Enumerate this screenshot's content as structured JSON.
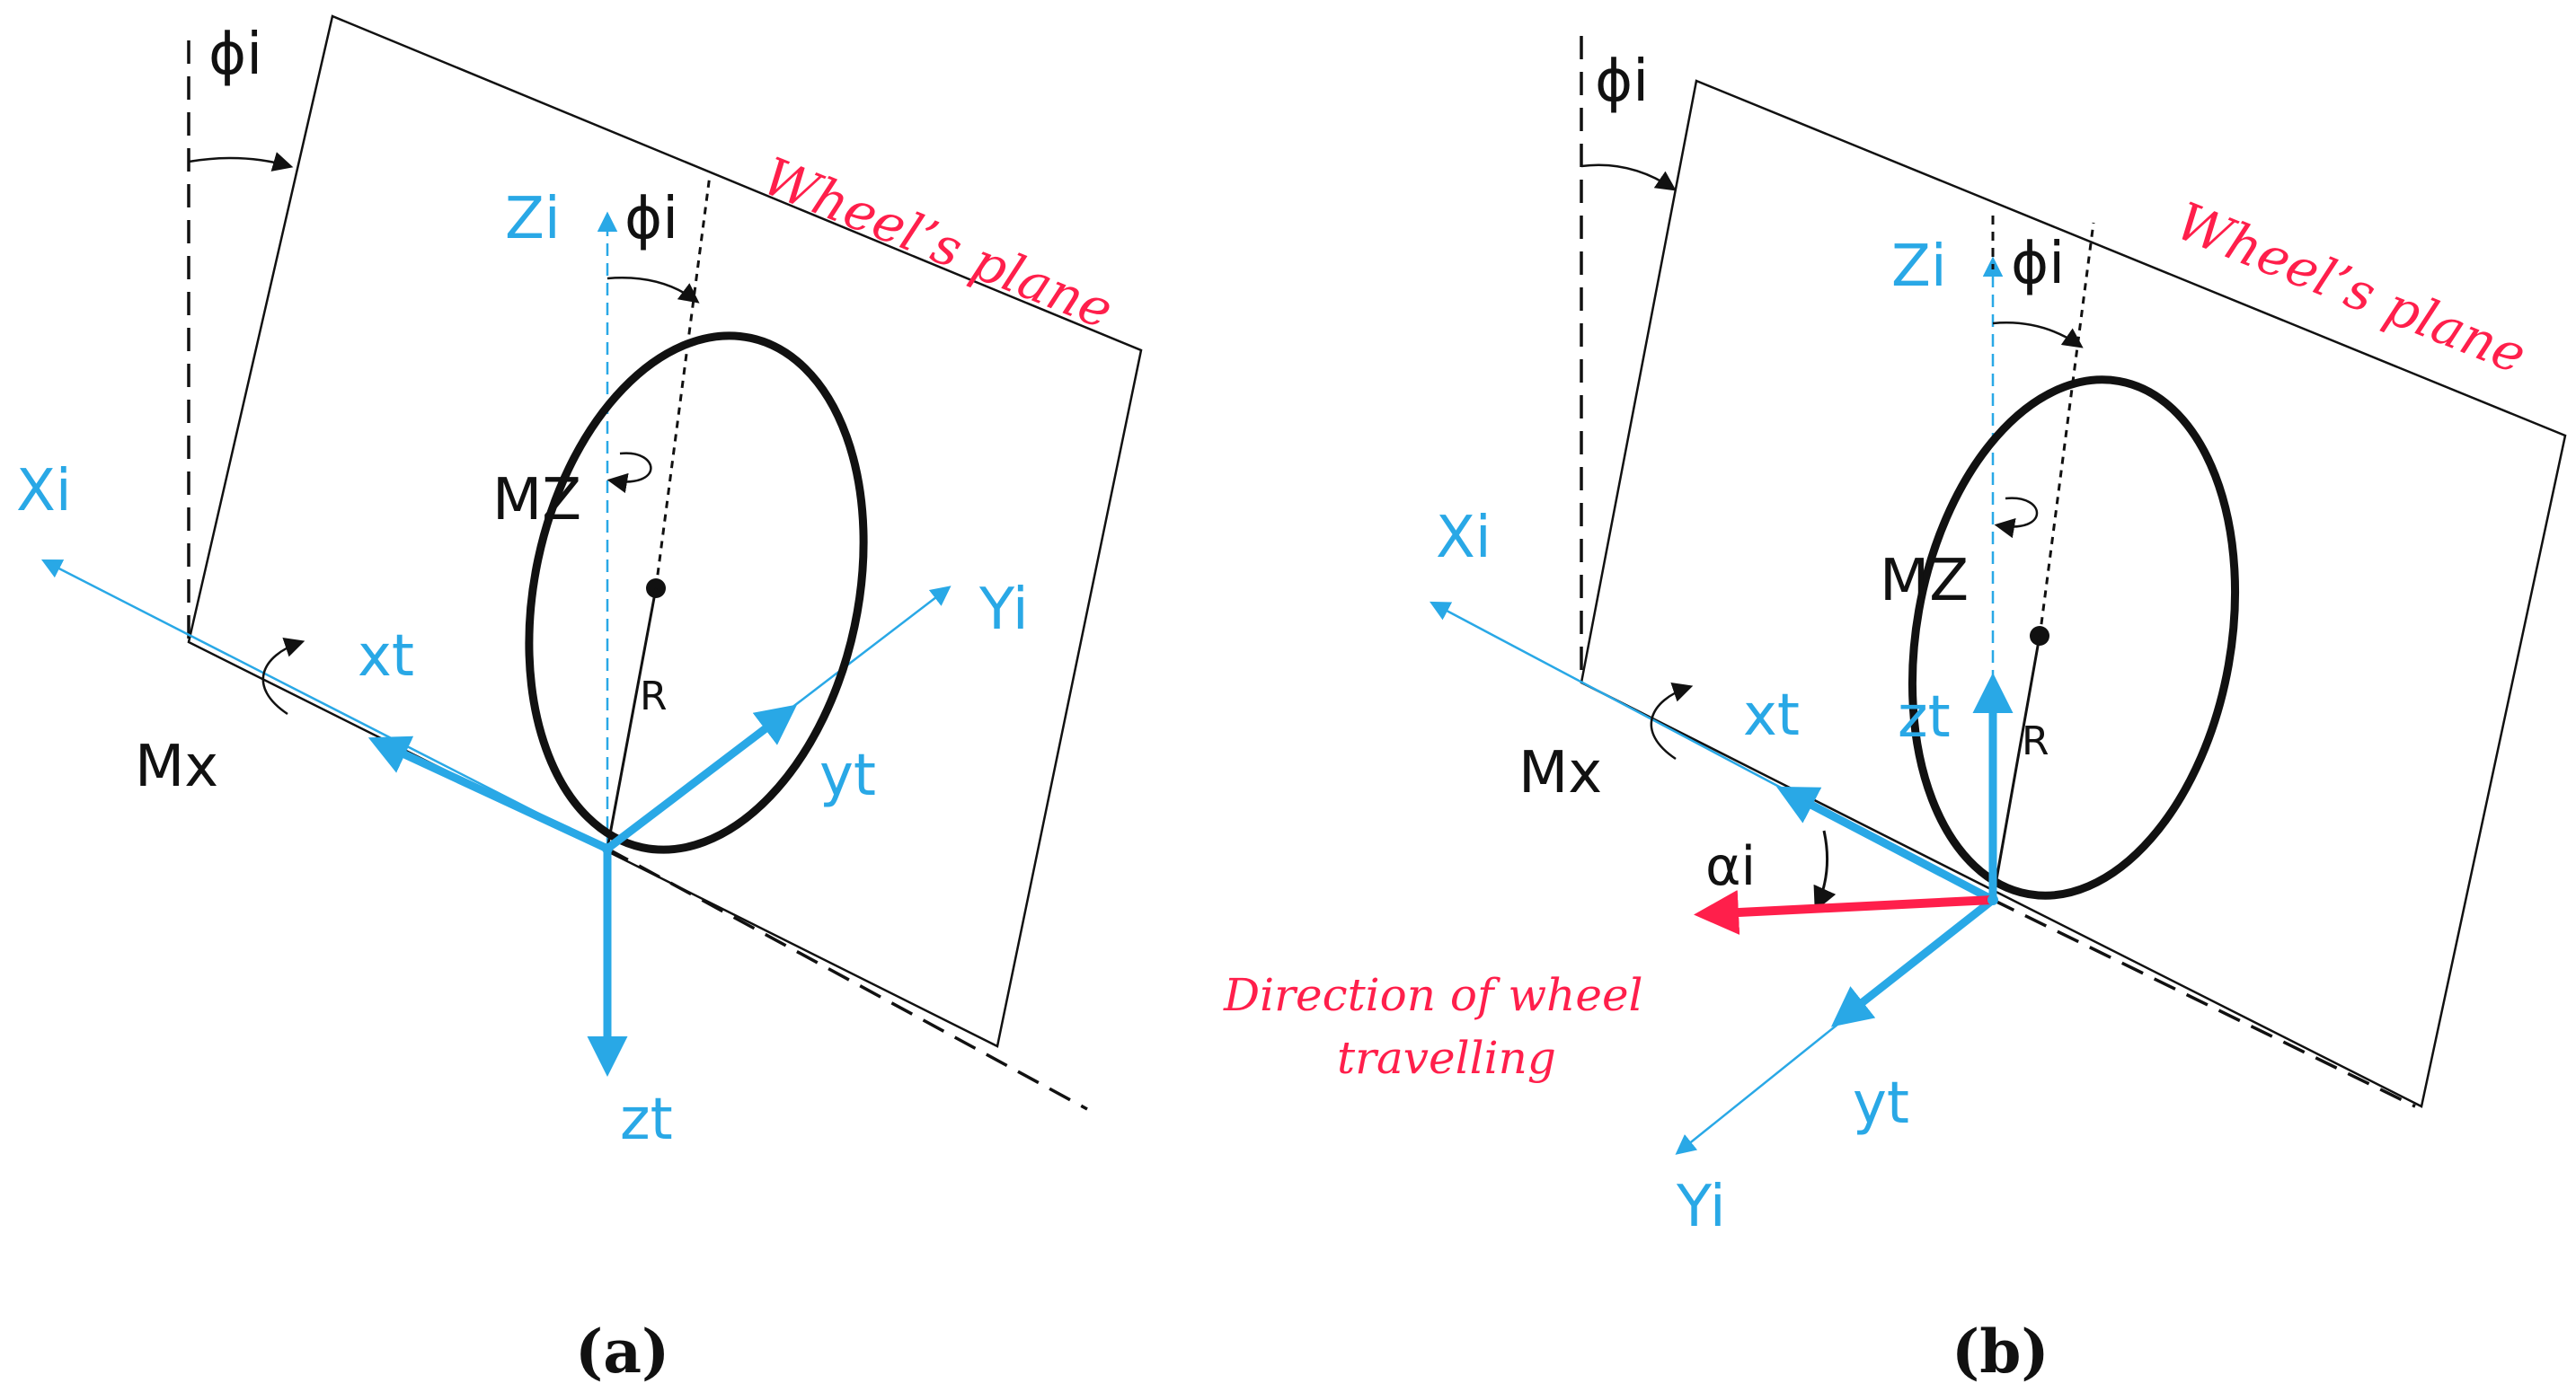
{
  "colors": {
    "axis_blue": "#29a8e6",
    "highlight_red": "#ff1f4b",
    "ink": "#111111"
  },
  "panel_a": {
    "caption": "(a)",
    "labels": {
      "phi_top": "ϕi",
      "phi_inner": "ϕi",
      "Z": "Zi",
      "X": "Xi",
      "Y": "Yi",
      "x_t": "xt",
      "y_t": "yt",
      "z_t": "zt",
      "Mz": "MZ",
      "Mx": "Mx",
      "R": "R",
      "plane": "Wheel’s plane"
    }
  },
  "panel_b": {
    "caption": "(b)",
    "labels": {
      "phi_top": "ϕi",
      "phi_inner": "ϕi",
      "Z": "Zi",
      "X": "Xi",
      "Y": "Yi",
      "x_t": "xt",
      "y_t": "yt",
      "z_t": "zt",
      "Mz": "MZ",
      "Mx": "Mx",
      "R": "R",
      "alpha": "αi",
      "plane": "Wheel’s plane",
      "direction_line1": "Direction of wheel",
      "direction_line2": "travelling"
    }
  }
}
